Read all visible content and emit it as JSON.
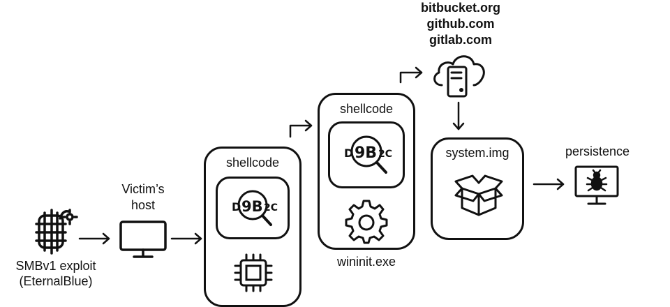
{
  "hosts": [
    "bitbucket.org",
    "github.com",
    "gitlab.com"
  ],
  "exploit": {
    "line1": "SMBv1 exploit",
    "line2": "(EternalBlue)"
  },
  "victim": {
    "line1": "Victim’s",
    "line2": "host"
  },
  "stage1": {
    "title": "shellcode",
    "logo": {
      "a": "D",
      "b": "9B",
      "c": "2C"
    }
  },
  "stage2": {
    "title": "shellcode",
    "logo": {
      "a": "D",
      "b": "9B",
      "c": "2C"
    },
    "caption": "wininit.exe"
  },
  "stage3": {
    "title": "system.img"
  },
  "persistence": {
    "label": "persistence"
  },
  "icons": {
    "exploit": "malware-exploit-icon",
    "victim": "monitor-icon",
    "cpu": "cpu-chip-icon",
    "gear": "gear-icon",
    "cloud": "cloud-server-icon",
    "box": "open-box-icon",
    "persistence": "monitor-bug-icon"
  }
}
